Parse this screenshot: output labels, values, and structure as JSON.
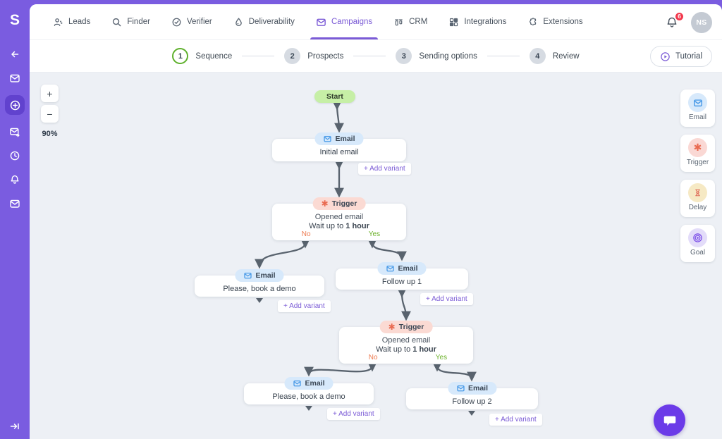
{
  "brand": {
    "logo_letter": "S"
  },
  "nav": {
    "tabs": [
      {
        "label": "Leads",
        "icon": "users-icon",
        "active": false
      },
      {
        "label": "Finder",
        "icon": "search-icon",
        "active": false
      },
      {
        "label": "Verifier",
        "icon": "check-circle-icon",
        "active": false
      },
      {
        "label": "Deliverability",
        "icon": "droplet-icon",
        "active": false
      },
      {
        "label": "Campaigns",
        "icon": "envelope-icon",
        "active": true
      },
      {
        "label": "CRM",
        "icon": "kanban-icon",
        "active": false
      },
      {
        "label": "Integrations",
        "icon": "grid-icon",
        "active": false
      },
      {
        "label": "Extensions",
        "icon": "puzzle-icon",
        "active": false
      }
    ],
    "notification_count": "6",
    "avatar_initials": "NS"
  },
  "stepper": {
    "steps": [
      {
        "number": "1",
        "label": "Sequence",
        "active": true
      },
      {
        "number": "2",
        "label": "Prospects",
        "active": false
      },
      {
        "number": "3",
        "label": "Sending options",
        "active": false
      },
      {
        "number": "4",
        "label": "Review",
        "active": false
      }
    ],
    "tutorial_label": "Tutorial"
  },
  "canvas": {
    "zoom_in": "+",
    "zoom_out": "−",
    "zoom_level": "90%",
    "add_variant_label": "+ Add variant",
    "nodes": {
      "start": {
        "label": "Start"
      },
      "email_initial": {
        "pill": "Email",
        "title": "Initial email"
      },
      "trigger_1": {
        "pill": "Trigger",
        "condition": "Opened email",
        "wait_prefix": "Wait up to ",
        "wait_value": "1 hour",
        "no_label": "No",
        "yes_label": "Yes"
      },
      "email_no_1": {
        "pill": "Email",
        "title": "Please, book a demo"
      },
      "email_yes_1": {
        "pill": "Email",
        "title": "Follow up 1"
      },
      "trigger_2": {
        "pill": "Trigger",
        "condition": "Opened email",
        "wait_prefix": "Wait up to ",
        "wait_value": "1 hour",
        "no_label": "No",
        "yes_label": "Yes"
      },
      "email_no_2": {
        "pill": "Email",
        "title": "Please, book a demo"
      },
      "email_yes_2": {
        "pill": "Email",
        "title": "Follow up 2"
      }
    }
  },
  "palette": {
    "items": [
      {
        "label": "Email",
        "icon": "envelope-icon"
      },
      {
        "label": "Trigger",
        "icon": "asterisk-icon"
      },
      {
        "label": "Delay",
        "icon": "hourglass-icon"
      },
      {
        "label": "Goal",
        "icon": "target-icon"
      }
    ]
  },
  "icons": {
    "asterisk": "✱"
  },
  "colors": {
    "accent": "#7B5BD6",
    "sidebar": "#7A5CE0",
    "canvas_bg": "#EDF0F5",
    "start_green": "#C6EFA6",
    "email_blue": "#D7E9FB",
    "trigger_pink": "#FBDAD3",
    "yes_green": "#6EB32D",
    "no_orange": "#ED7A4F",
    "badge_red": "#F2384C",
    "edge_gray": "#59636E"
  }
}
